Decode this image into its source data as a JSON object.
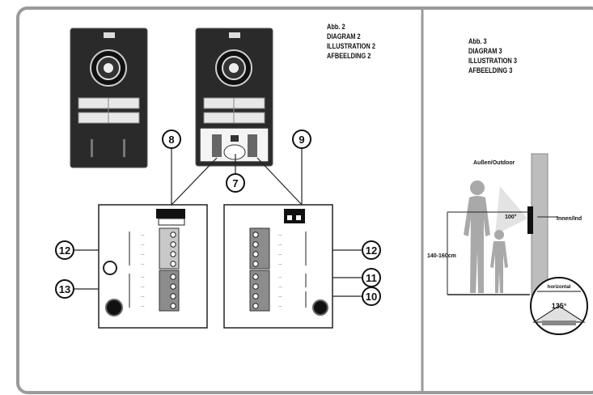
{
  "figure2": {
    "caption": [
      "Abb. 2",
      "DIAGRAM 2",
      "ILLUSTRATION 2",
      "AFBEELDING 2"
    ],
    "callouts": [
      "8",
      "9",
      "7",
      "12",
      "13",
      "12",
      "11",
      "10"
    ],
    "left_module_terminals": [
      "---",
      "---",
      "---",
      "---",
      "---",
      "---",
      "---",
      "---"
    ],
    "right_module_terminals": [
      "---",
      "---",
      "---",
      "---",
      "---",
      "---",
      "---",
      "---"
    ]
  },
  "figure3": {
    "caption": [
      "Abb. 3",
      "DIAGRAM 3",
      "ILLUSTRATION 3",
      "AFBEELDING 3"
    ],
    "outside_label": "Außen/Outdoor",
    "inside_label": "Innen/Ind",
    "height_label": "140-160cm",
    "vertical_angle": "100°",
    "horizontal_angle": "135°",
    "horizontal_label": "horizontal"
  },
  "colors": {
    "frame": "#9a9a9a",
    "panel": "#2a2a2a",
    "terminal_light": "#c8c8c8",
    "terminal_dark": "#8c8c8c",
    "wall": "#bdbdbd",
    "person": "#a9a9a9"
  }
}
